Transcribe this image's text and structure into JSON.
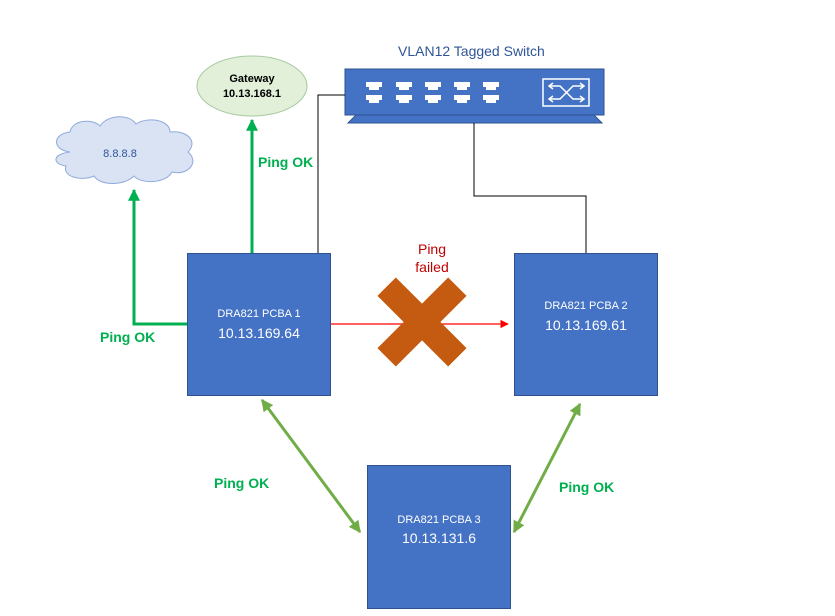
{
  "switch": {
    "title": "VLAN12 Tagged Switch",
    "icon": "network-switch-icon"
  },
  "gateway": {
    "name": "Gateway",
    "ip": "10.13.168.1"
  },
  "internet": {
    "ip": "8.8.8.8",
    "icon": "cloud-icon"
  },
  "pcba1": {
    "name": "DRA821 PCBA 1",
    "ip": "10.13.169.64"
  },
  "pcba2": {
    "name": "DRA821 PCBA 2",
    "ip": "10.13.169.61"
  },
  "pcba3": {
    "name": "DRA821 PCBA 3",
    "ip": "10.13.131.6"
  },
  "labels": {
    "ping_ok_gateway": "Ping OK",
    "ping_ok_internet": "Ping OK",
    "ping_ok_pcba3_left": "Ping OK",
    "ping_ok_pcba3_right": "Ping OK",
    "ping_failed_line1": "Ping",
    "ping_failed_line2": "failed"
  },
  "colors": {
    "box": "#4472c4",
    "ok_arrow": "#00b050",
    "bidir_arrow": "#70ad47",
    "fail_arrow": "#ff0000",
    "fail_x": "#c55a11",
    "cloud": "#dae3f3",
    "gateway": "#e2f0d9"
  }
}
